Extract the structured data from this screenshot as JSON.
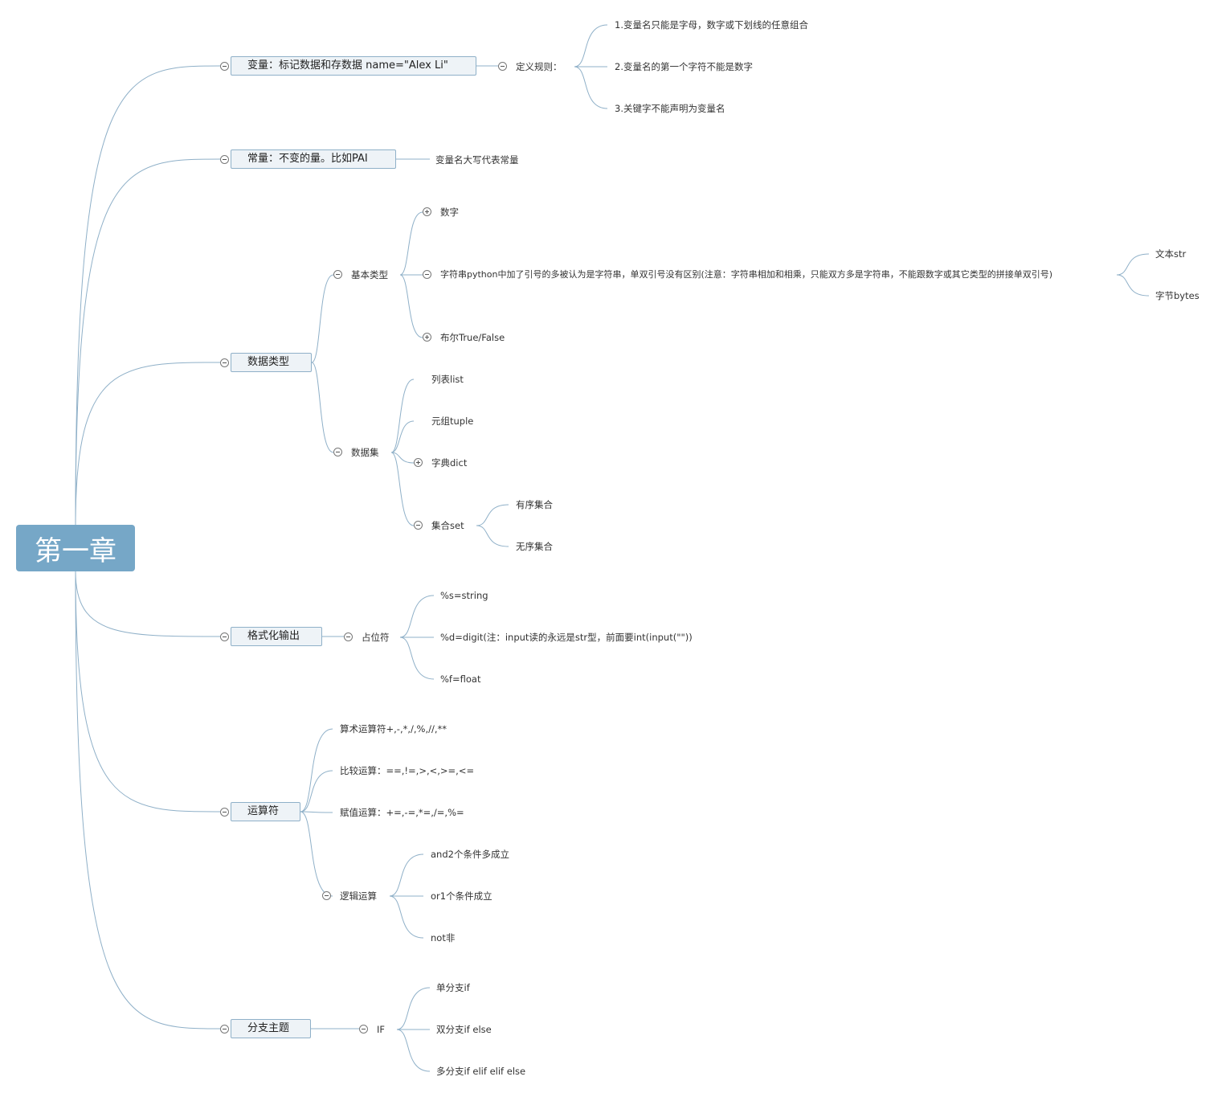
{
  "root": "第一章",
  "l1": {
    "var": "变量：标记数据和存数据 name=\"Alex Li\"",
    "const": "常量：不变的量。比如PAI",
    "dtype": "数据类型",
    "fmt": "格式化输出",
    "ops": "运算符",
    "branch": "分支主题"
  },
  "var": {
    "rules_title": "定义规则：",
    "rules": [
      "1.变量名只能是字母，数字或下划线的任意组合",
      "2.变量名的第一个字符不能是数字",
      "3.关键字不能声明为变量名"
    ]
  },
  "const": {
    "note": "变量名大写代表常量"
  },
  "dtype": {
    "basic": "基本类型",
    "number": "数字",
    "string": "字符串python中加了引号的多被认为是字符串，单双引号没有区别(注意：字符串相加和相乘，只能双方多是字符串，不能跟数字或其它类型的拼接单双引号)",
    "text": "文本str",
    "bytes": "字节bytes",
    "bool": "布尔True/False",
    "collection": "数据集",
    "list": "列表list",
    "tuple": "元组tuple",
    "dict": "字典dict",
    "set": "集合set",
    "ordered": "有序集合",
    "unordered": "无序集合"
  },
  "fmt": {
    "placeholder": "占位符",
    "s": "%s=string",
    "d": "%d=digit(注：input读的永远是str型，前面要int(input(\"\"))",
    "f": "%f=float"
  },
  "ops": {
    "arith": "算术运算符+,-,*,/,%,//,**",
    "compare": "比较运算：==,!=,>,<,>=,<=",
    "assign": "赋值运算：+=,-=,*=,/=,%=",
    "logic": "逻辑运算",
    "and": "and2个条件多成立",
    "or": "or1个条件成立",
    "not": "not非"
  },
  "branch": {
    "if": "IF",
    "single": "单分支if",
    "double": "双分支if else",
    "multi": "多分支if elif elif else"
  },
  "colors": {
    "root_bg": "#76a7c7",
    "line": "#8fb0c8",
    "box_bg": "#eef3f7"
  }
}
